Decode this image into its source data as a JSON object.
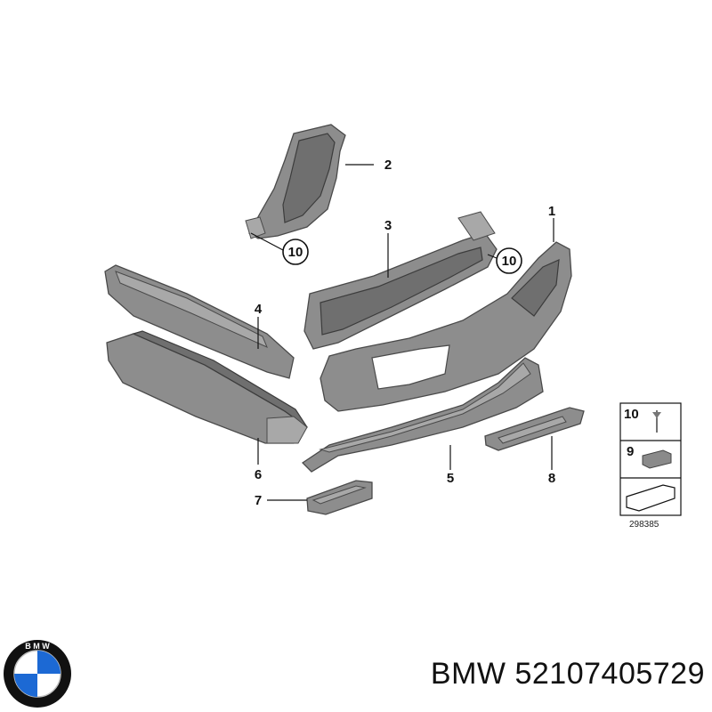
{
  "callouts": {
    "c1": "1",
    "c2": "2",
    "c3": "3",
    "c4": "4",
    "c5": "5",
    "c6": "6",
    "c7": "7",
    "c8": "8",
    "c10a": "10",
    "c10b": "10"
  },
  "legend": {
    "row1": "10",
    "row2": "9",
    "ref": "298385"
  },
  "footer": {
    "brand": "BMW",
    "part_number": "52107405729"
  },
  "logo": {
    "text": "BMW",
    "colors": {
      "ring": "#111111",
      "blue": "#1c69d4",
      "white": "#ffffff"
    }
  }
}
